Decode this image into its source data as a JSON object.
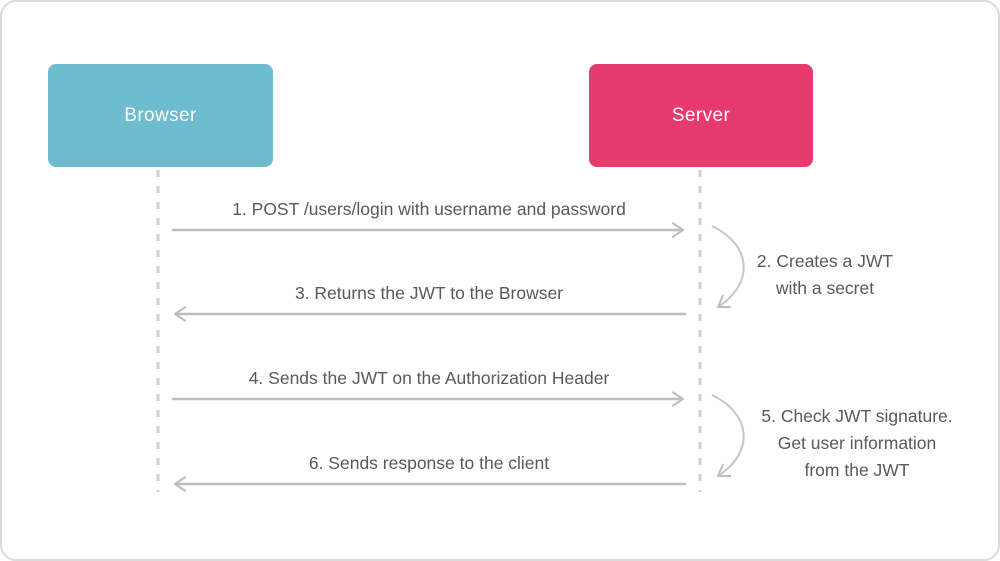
{
  "actors": [
    {
      "id": "browser",
      "label": "Browser",
      "color": "#6fbccf"
    },
    {
      "id": "server",
      "label": "Server",
      "color": "#e73a6e"
    }
  ],
  "messages": [
    {
      "step": "1",
      "label": "1. POST /users/login with username and password",
      "direction": "right"
    },
    {
      "step": "3",
      "label": "3. Returns the JWT to the Browser",
      "direction": "left"
    },
    {
      "step": "4",
      "label": "4. Sends the JWT on the Authorization Header",
      "direction": "right"
    },
    {
      "step": "6",
      "label": "6. Sends response to the client",
      "direction": "left"
    }
  ],
  "self_actions": [
    {
      "step": "2",
      "actor": "server",
      "lines": [
        "2. Creates a JWT",
        "with a secret"
      ]
    },
    {
      "step": "5",
      "actor": "server",
      "lines": [
        "5. Check JWT signature.",
        "Get user information",
        "from the JWT"
      ]
    }
  ],
  "colors": {
    "browser_box": "#6fbccf",
    "server_box": "#e73a6e",
    "text": "#595959",
    "message_arrow": "#bdbdbd",
    "self_arrow": "#c6c6c6",
    "lifeline": "#cfcfcf",
    "card_border": "#dbdbdb",
    "background": "#ffffff"
  }
}
